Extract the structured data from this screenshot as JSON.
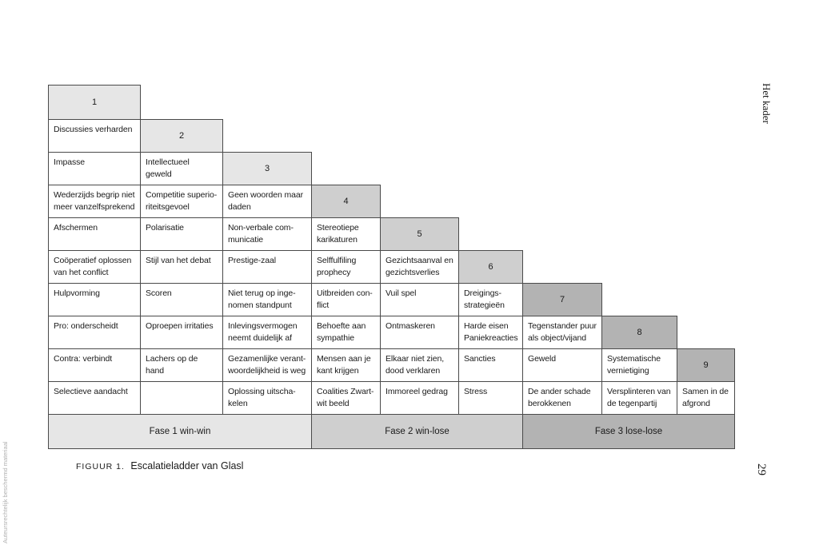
{
  "running_head": "Het kader",
  "page_number": "29",
  "watermark": "Auteursrechtelijk beschermd materiaal",
  "caption": {
    "prefix": "FIGUUR 1.",
    "title": "Escalatieladder van Glasl"
  },
  "colors": {
    "fase1": "#e6e6e6",
    "fase2": "#cfcfcf",
    "fase3": "#b3b3b3",
    "head1": "#e6e6e6",
    "head2": "#cfcfcf",
    "head3": "#b3b3b3"
  },
  "ladder": {
    "steps": [
      "1",
      "2",
      "3",
      "4",
      "5",
      "6",
      "7",
      "8",
      "9"
    ],
    "columns": [
      [
        "Discussies verharden",
        "Impasse",
        "Wederzijds begrip niet meer vanzelfsprekend",
        "Afschermen",
        "Coöperatief oplossen van het conflict",
        "Hulpvorming",
        "Pro: onderscheidt",
        "Contra: verbindt",
        "Selectieve aandacht"
      ],
      [
        "Intellectueel geweld",
        "Competitie superio-riteitsgevoel",
        "Polarisatie",
        "Stijl van het debat",
        "Scoren",
        "Oproepen irritaties",
        "Lachers op de hand",
        ""
      ],
      [
        "Geen woorden maar daden",
        "Non-verbale com-municatie",
        "Prestige-zaal",
        "Niet terug op inge-nomen standpunt",
        "Inlevingsvermogen neemt duidelijk af",
        "Gezamenlijke verant-woordelijkheid is weg",
        "Oplossing uitscha-kelen"
      ],
      [
        "Stereotiepe karikaturen",
        "Selffulfiling prophecy",
        "Uitbreiden con-flict",
        "Behoefte aan sympathie",
        "Mensen aan je kant krijgen",
        "Coalities Zwart-wit beeld"
      ],
      [
        "Gezichtsaanval en gezichtsverlies",
        "Vuil spel",
        "Ontmaskeren",
        "Elkaar niet zien, dood verklaren",
        "Immoreel gedrag"
      ],
      [
        "Dreigings-strategieën",
        "Harde eisen Paniekreacties",
        "Sancties",
        "Stress"
      ],
      [
        "Tegenstander puur als object/vijand",
        "Geweld",
        "De ander schade berokkenen"
      ],
      [
        "Systematische vernietiging",
        "Versplinteren van de tegenpartij"
      ],
      [
        "Samen in de afgrond"
      ]
    ],
    "phases": [
      "Fase 1 win-win",
      "Fase 2 win-lose",
      "Fase 3 lose-lose"
    ]
  }
}
